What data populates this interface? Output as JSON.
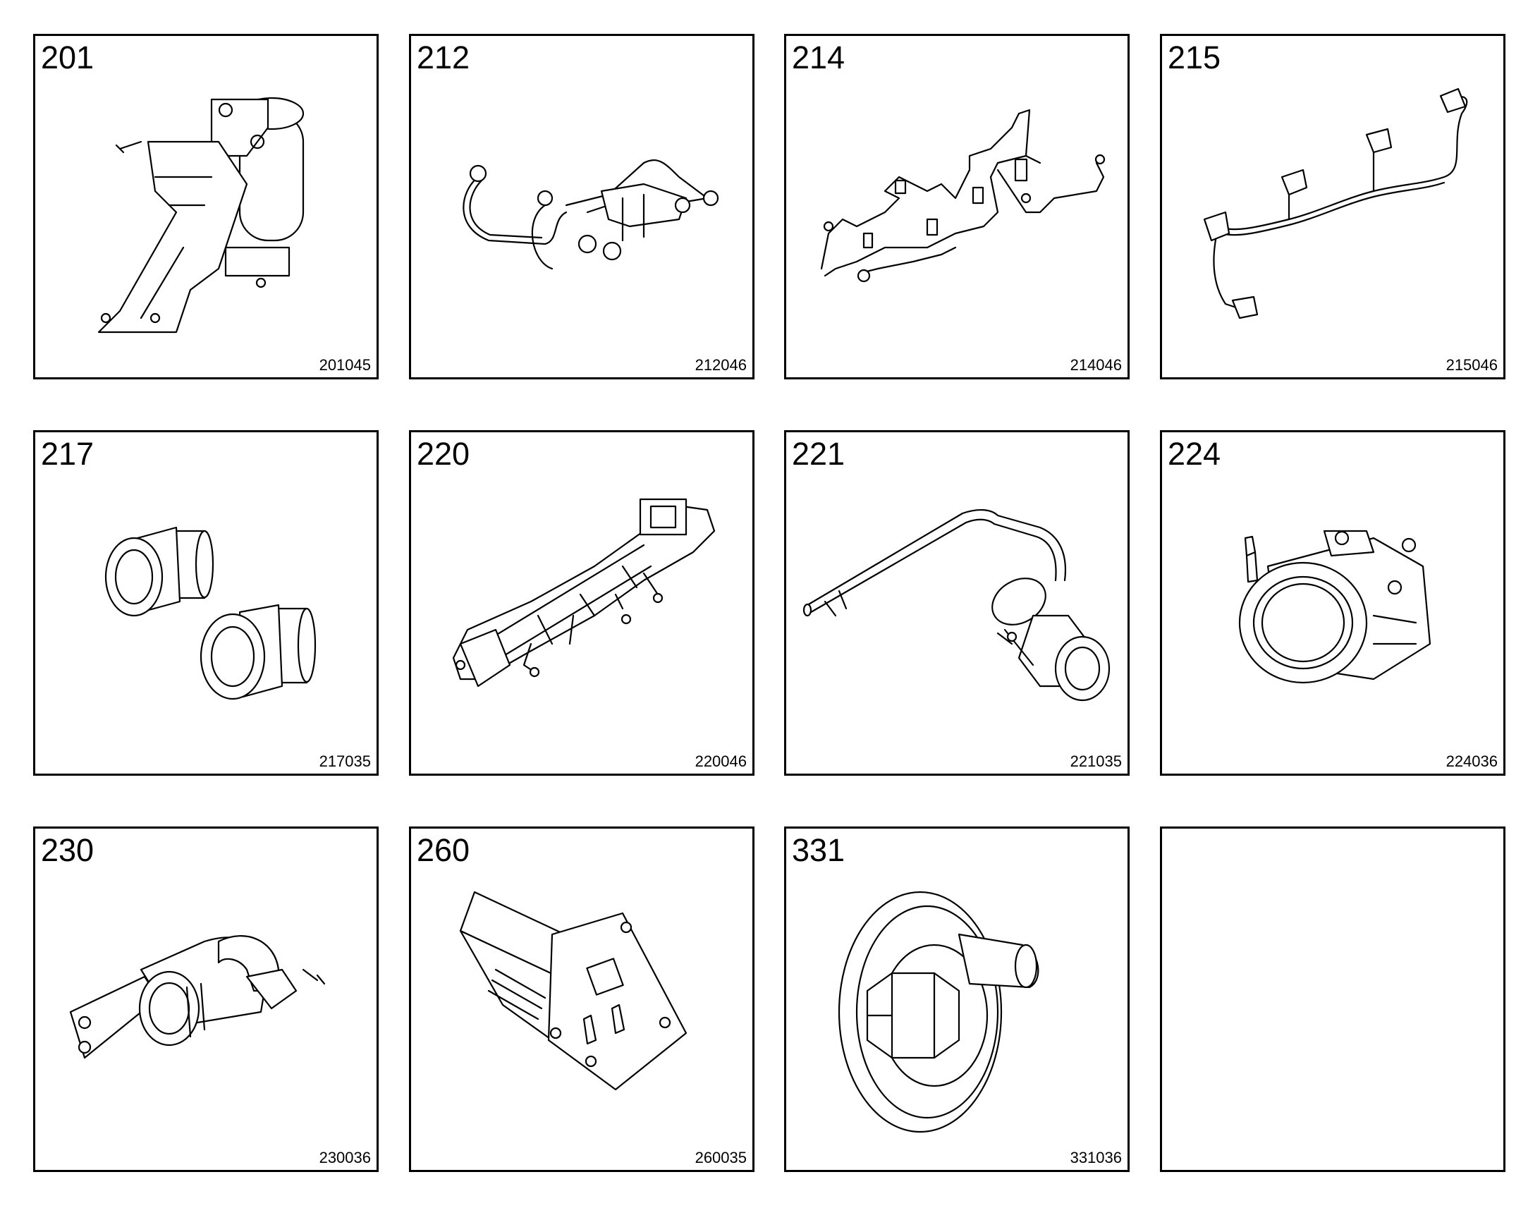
{
  "tiles": [
    {
      "number": "201",
      "code": "201045",
      "icon": "fuel-filter-bracket-icon"
    },
    {
      "number": "212",
      "code": "212046",
      "icon": "fuel-lines-icon"
    },
    {
      "number": "214",
      "code": "214046",
      "icon": "fuel-pipe-harness-icon"
    },
    {
      "number": "215",
      "code": "215046",
      "icon": "injector-wiring-harness-icon"
    },
    {
      "number": "217",
      "code": "217035",
      "icon": "pipe-fittings-icon"
    },
    {
      "number": "220",
      "code": "220046",
      "icon": "intake-manifold-icon"
    },
    {
      "number": "221",
      "code": "221035",
      "icon": "breather-pipe-icon"
    },
    {
      "number": "224",
      "code": "224036",
      "icon": "throttle-housing-icon"
    },
    {
      "number": "230",
      "code": "230036",
      "icon": "air-intake-elbow-icon"
    },
    {
      "number": "260",
      "code": "260035",
      "icon": "heater-plate-icon"
    },
    {
      "number": "331",
      "code": "331036",
      "icon": "pulley-bolt-icon"
    },
    {
      "number": "",
      "code": "",
      "icon": ""
    }
  ]
}
